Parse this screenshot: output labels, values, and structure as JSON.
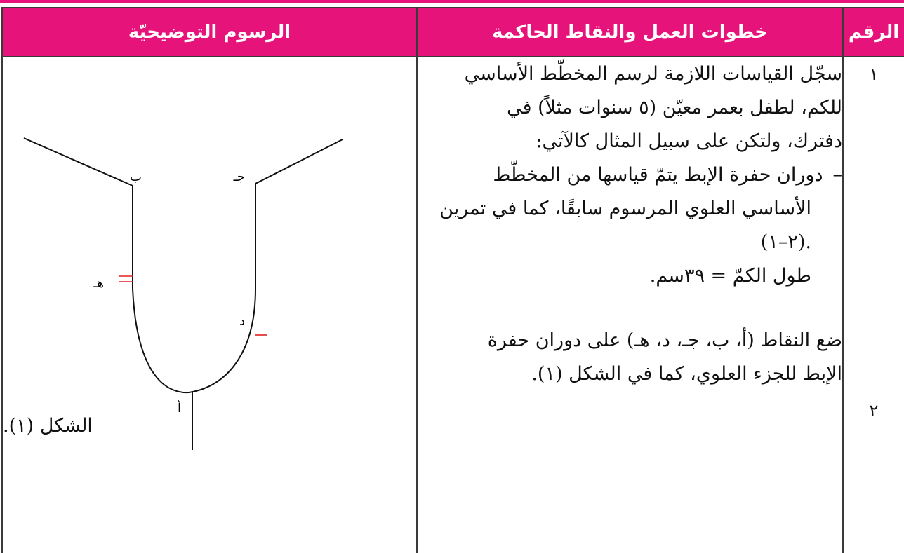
{
  "header": {
    "num": "الرقم",
    "steps": "خطوات العمل والنقاط الحاكمة",
    "figures": "الرسوم التوضيحيّة"
  },
  "rows": [
    {
      "num": "١",
      "line1": "سجّل القياسات اللازمة لرسم المخطّط الأساسي",
      "line2": "للكم، لطفل بعمر معيّن (٥ سنوات مثلاً) في",
      "line3": "دفترك، ولتكن على سبيل المثال كالآتي:",
      "bullet": "–",
      "bullet_line1": "دوران حفرة الإبط يتمّ قياسها من المخطّط",
      "bullet_line2": "الأساسي العلوي المرسوم سابقًا، كما في تمرين",
      "bullet_line3": ".(٢–١)",
      "measure": "طول الكمّ = ٣٩سم."
    },
    {
      "num": "٢",
      "line1": "ضع النقاط (أ، ب، جـ، د، هـ) على دوران حفرة",
      "line2": "الإبط للجزء العلوي، كما في الشكل (١)."
    }
  ],
  "figure": {
    "labels": {
      "a": "أ",
      "b": "ب",
      "j": "جـ",
      "d": "د",
      "h": "هـ"
    },
    "caption": "الشكل (١)."
  },
  "colors": {
    "header_bg": "#e6147a",
    "header_text": "#ffffff",
    "marker": "#e02020"
  }
}
